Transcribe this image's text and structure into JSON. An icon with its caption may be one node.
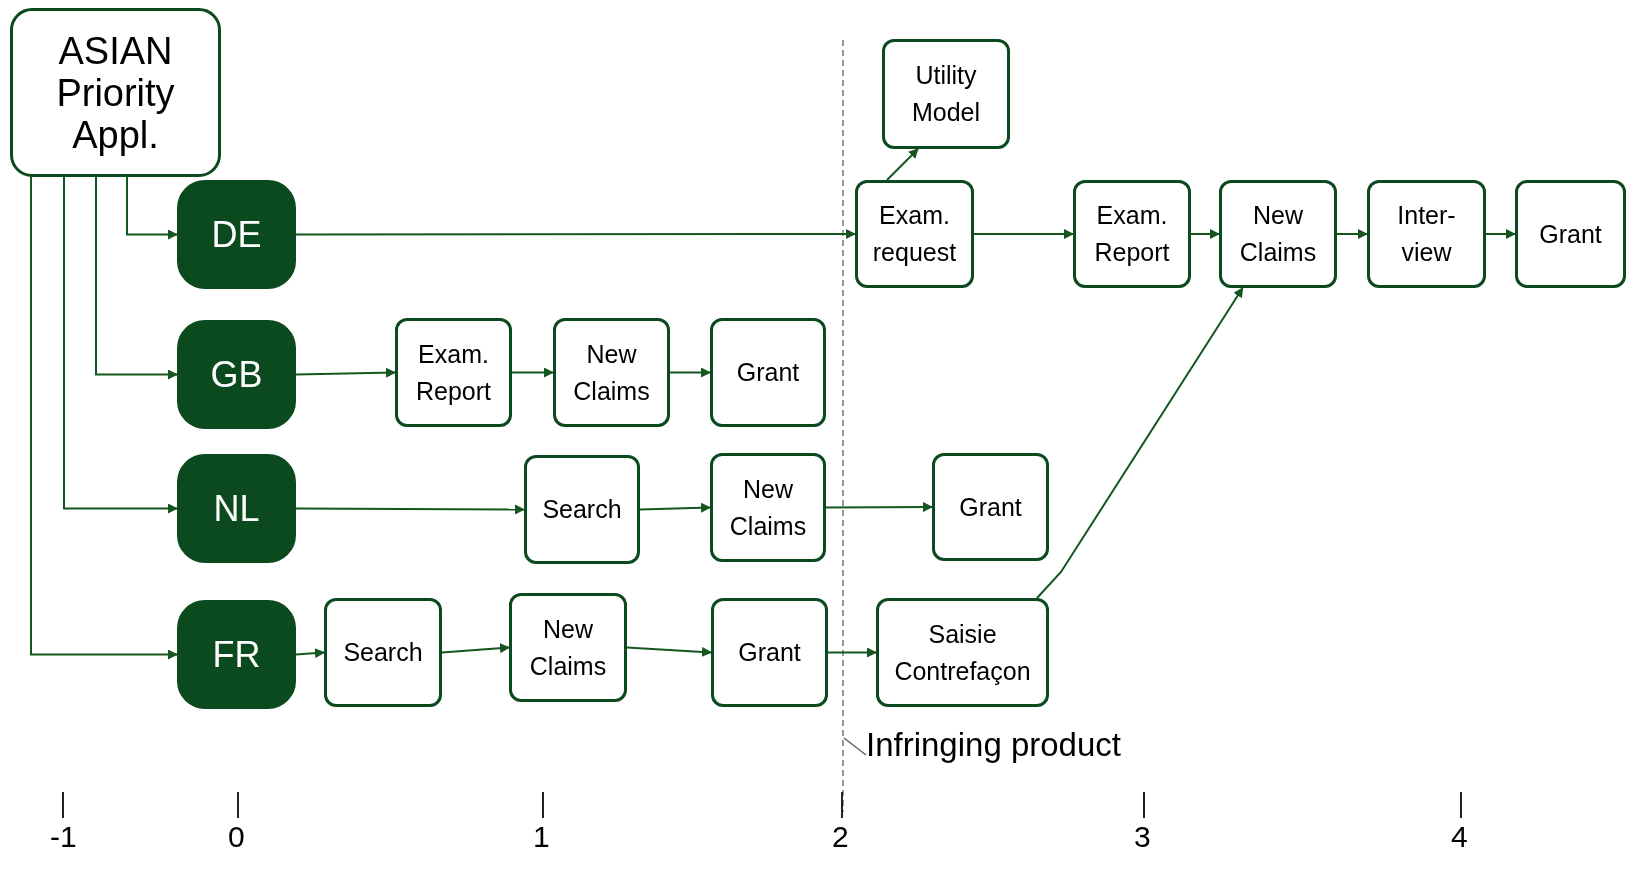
{
  "diagram": {
    "nodes": [
      {
        "text": [
          "ASIAN Priority Appl."
        ]
      },
      {
        "text": [
          "DE"
        ]
      },
      {
        "text": [
          "Exam. request"
        ]
      },
      {
        "text": [
          "Utility Model"
        ]
      },
      {
        "text": [
          "Exam. Report"
        ]
      },
      {
        "text": [
          "New Claims"
        ]
      },
      {
        "text": [
          "Inter-view"
        ]
      },
      {
        "text": [
          "Grant"
        ]
      },
      {
        "text": [
          "GB"
        ]
      },
      {
        "text": [
          "Exam. Report"
        ]
      },
      {
        "text": [
          "New Claims"
        ]
      },
      {
        "text": [
          "Grant"
        ]
      },
      {
        "text": [
          "NL"
        ]
      },
      {
        "text": [
          "Search"
        ]
      },
      {
        "text": [
          "New Claims"
        ]
      },
      {
        "text": [
          "Grant"
        ]
      },
      {
        "text": [
          "FR"
        ]
      },
      {
        "text": [
          "Search"
        ]
      },
      {
        "text": [
          "New Claims"
        ]
      },
      {
        "text": [
          "Grant"
        ]
      },
      {
        "text": [
          "Saisie Contrefaçon"
        ]
      }
    ],
    "edges": [
      {
        "from": 0,
        "to": 1,
        "arrow": "to"
      },
      {
        "from": 0,
        "to": 8,
        "arrow": "to"
      },
      {
        "from": 0,
        "to": 12,
        "arrow": "to"
      },
      {
        "from": 0,
        "to": 16,
        "arrow": "to"
      },
      {
        "from": 1,
        "to": 2,
        "arrow": "to"
      },
      {
        "from": 2,
        "to": 3,
        "arrow": "to"
      },
      {
        "from": 2,
        "to": 4,
        "arrow": "to"
      },
      {
        "from": 4,
        "to": 5,
        "arrow": "to"
      },
      {
        "from": 5,
        "to": 6,
        "arrow": "to"
      },
      {
        "from": 6,
        "to": 7,
        "arrow": "to"
      },
      {
        "from": 8,
        "to": 9,
        "arrow": "to"
      },
      {
        "from": 9,
        "to": 10,
        "arrow": "to"
      },
      {
        "from": 10,
        "to": 11,
        "arrow": "to"
      },
      {
        "from": 12,
        "to": 13,
        "arrow": "to"
      },
      {
        "from": 13,
        "to": 14,
        "arrow": "to"
      },
      {
        "from": 14,
        "to": 15,
        "arrow": "to"
      },
      {
        "from": 16,
        "to": 17,
        "arrow": "to"
      },
      {
        "from": 17,
        "to": 18,
        "arrow": "to"
      },
      {
        "from": 18,
        "to": 19,
        "arrow": "to"
      },
      {
        "from": 19,
        "to": 20,
        "arrow": "to"
      },
      {
        "from": 20,
        "to": 5,
        "arrow": "to"
      }
    ],
    "labels": [
      "Infringing product",
      "-1",
      "0",
      "1",
      "2",
      "3",
      "4"
    ]
  }
}
